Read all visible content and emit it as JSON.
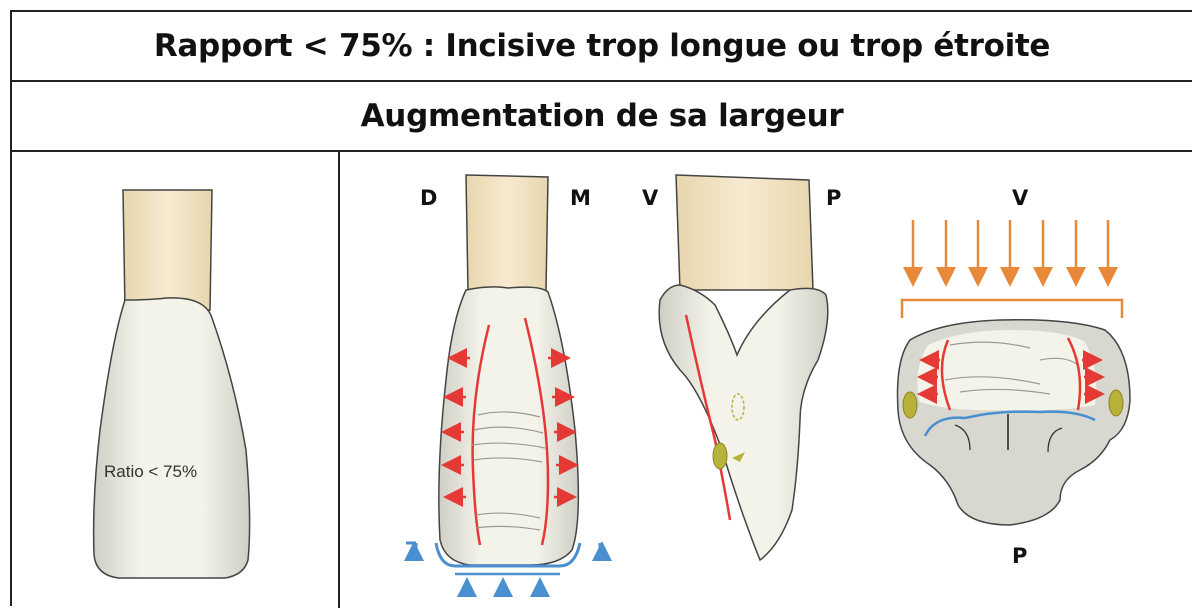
{
  "header": {
    "title": "Rapport < 75% : Incisive trop longue ou trop étroite",
    "subtitle": "Augmentation de sa largeur"
  },
  "left_panel": {
    "ratio_label": "Ratio < 75%"
  },
  "middle_panel": {
    "label_distal": "D",
    "label_mesial": "M"
  },
  "side_panel": {
    "label_vestibular": "V",
    "label_palatal": "P"
  },
  "incisal_panel": {
    "label_top": "V",
    "label_bottom": "P"
  },
  "colors": {
    "border": "#222222",
    "crown": "#f2f0e2",
    "root": "#f5e6c4",
    "outline": "#444444",
    "red_arrow": "#e53935",
    "blue_arrow": "#4a8fd0",
    "orange_arrow": "#e8893a",
    "olive_spot": "#b9b23a"
  }
}
